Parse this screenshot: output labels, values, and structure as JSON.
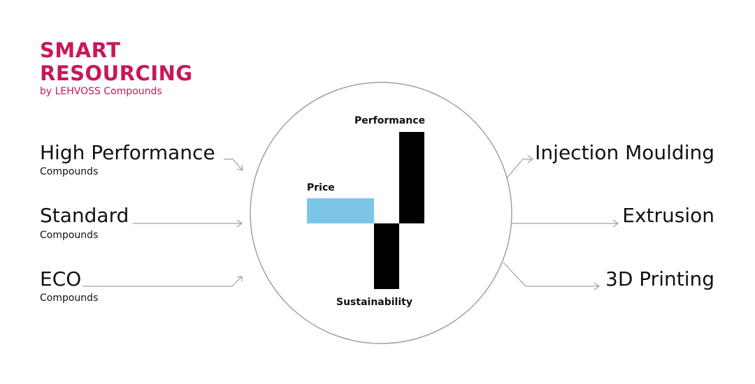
{
  "brand": {
    "line1": "SMART",
    "line2": "RESOURCING",
    "sub": "by LEHVOSS Compounds",
    "color": "#c8175c"
  },
  "inputs": [
    {
      "title": "High Performance",
      "subtitle": "Compounds"
    },
    {
      "title": "Standard",
      "subtitle": "Compounds"
    },
    {
      "title": "ECO",
      "subtitle": "Compounds"
    }
  ],
  "outputs": [
    {
      "title": "Injection Moulding"
    },
    {
      "title": "Extrusion"
    },
    {
      "title": "3D Printing"
    }
  ],
  "axes": {
    "performance": "Performance",
    "price": "Price",
    "sustainability": "Sustainability"
  },
  "colors": {
    "price_bar": "#7bc6e8",
    "black_bar": "#000000",
    "lines": "#9aa3a3"
  }
}
